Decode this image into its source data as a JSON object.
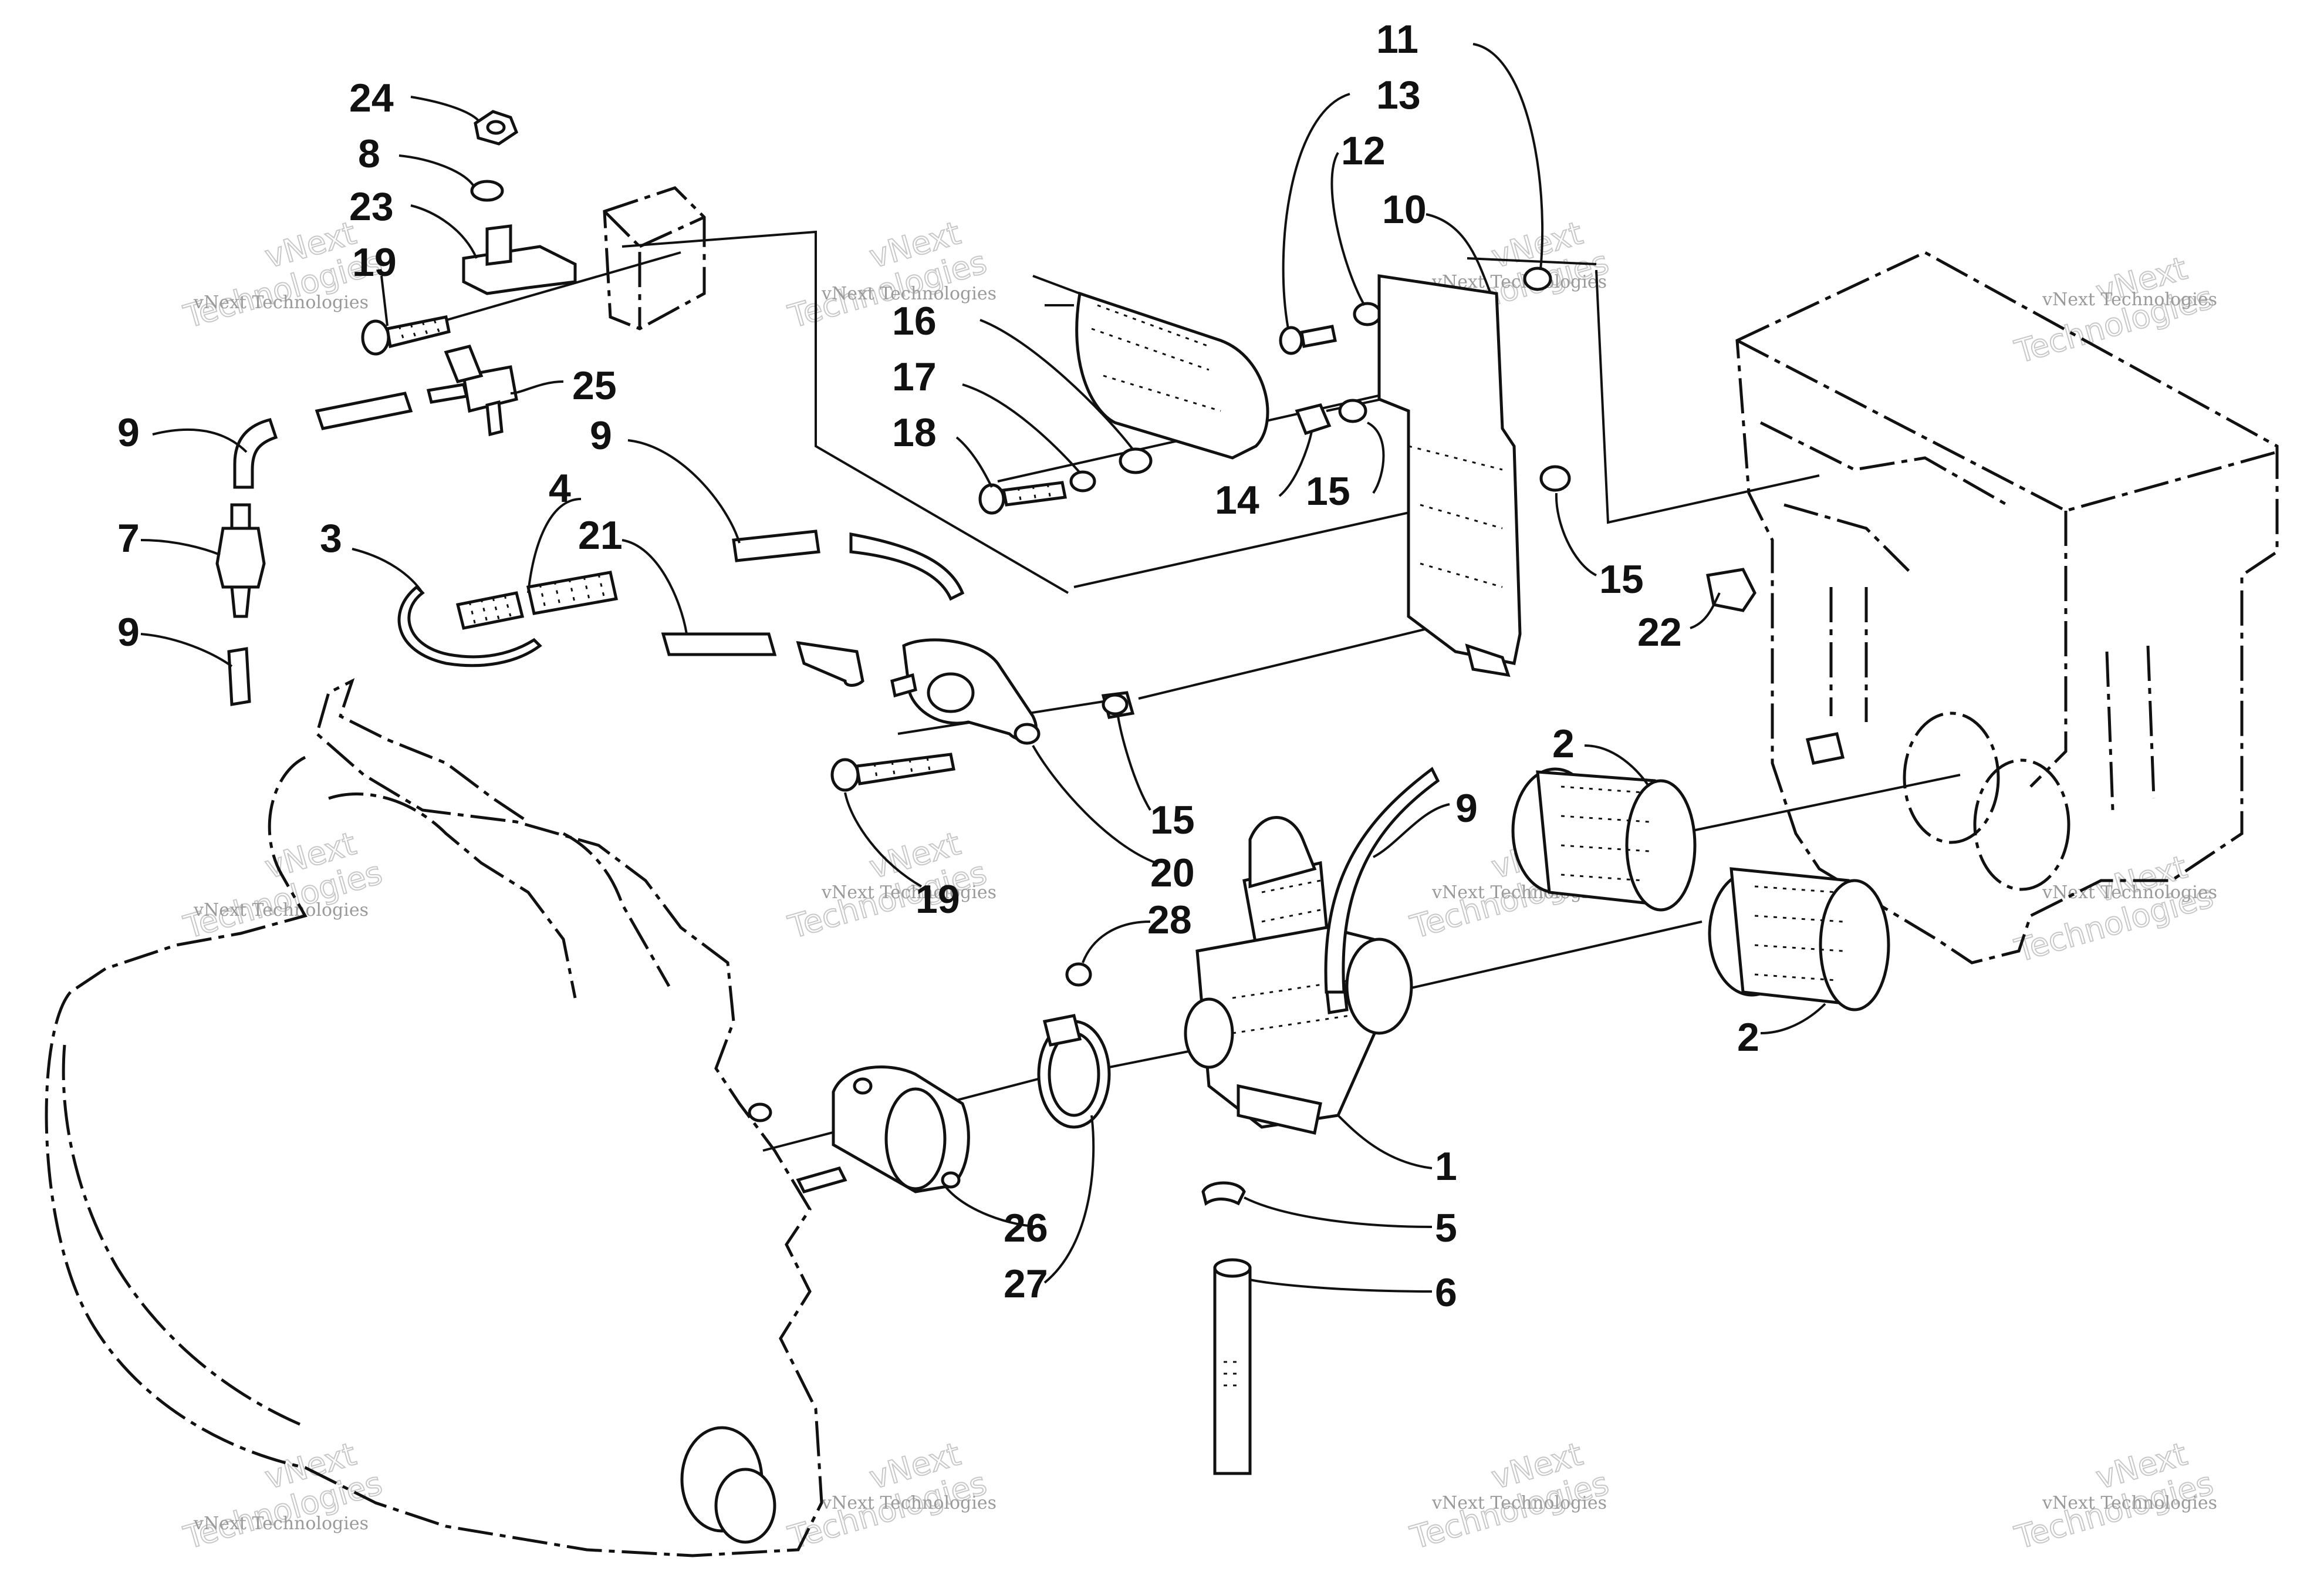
{
  "callouts": [
    {
      "id": "24",
      "label": "24"
    },
    {
      "id": "8",
      "label": "8"
    },
    {
      "id": "23",
      "label": "23"
    },
    {
      "id": "19a",
      "label": "19"
    },
    {
      "id": "25",
      "label": "25"
    },
    {
      "id": "9a",
      "label": "9"
    },
    {
      "id": "7",
      "label": "7"
    },
    {
      "id": "9b",
      "label": "9"
    },
    {
      "id": "3",
      "label": "3"
    },
    {
      "id": "4",
      "label": "4"
    },
    {
      "id": "21",
      "label": "21"
    },
    {
      "id": "9c",
      "label": "9"
    },
    {
      "id": "16",
      "label": "16"
    },
    {
      "id": "17",
      "label": "17"
    },
    {
      "id": "18",
      "label": "18"
    },
    {
      "id": "14",
      "label": "14"
    },
    {
      "id": "15a",
      "label": "15"
    },
    {
      "id": "11",
      "label": "11"
    },
    {
      "id": "13",
      "label": "13"
    },
    {
      "id": "12",
      "label": "12"
    },
    {
      "id": "10",
      "label": "10"
    },
    {
      "id": "15b",
      "label": "15"
    },
    {
      "id": "22",
      "label": "22"
    },
    {
      "id": "15c",
      "label": "15"
    },
    {
      "id": "20",
      "label": "20"
    },
    {
      "id": "19b",
      "label": "19"
    },
    {
      "id": "9d",
      "label": "9"
    },
    {
      "id": "2a",
      "label": "2"
    },
    {
      "id": "2b",
      "label": "2"
    },
    {
      "id": "28",
      "label": "28"
    },
    {
      "id": "1",
      "label": "1"
    },
    {
      "id": "5",
      "label": "5"
    },
    {
      "id": "6",
      "label": "6"
    },
    {
      "id": "26",
      "label": "26"
    },
    {
      "id": "27",
      "label": "27"
    }
  ],
  "watermark": {
    "line1": "vNext Technologies",
    "line2": "Technologies",
    "line3": "vNext"
  }
}
